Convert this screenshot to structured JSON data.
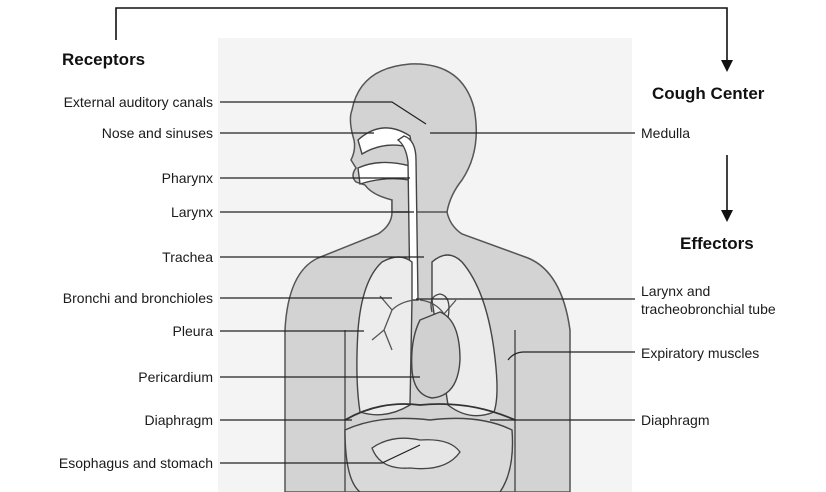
{
  "headings": {
    "receptors": "Receptors",
    "cough_center": "Cough Center",
    "effectors": "Effectors"
  },
  "receptor_labels": [
    "External auditory canals",
    "Nose and sinuses",
    "Pharynx",
    "Larynx",
    "Trachea",
    "Bronchi and bronchioles",
    "Pleura",
    "Pericardium",
    "Diaphragm",
    "Esophagus and stomach"
  ],
  "right_labels": {
    "medulla": "Medulla",
    "larynx_tube_line1": "Larynx and",
    "larynx_tube_line2": "tracheobronchial tube",
    "expiratory_muscles": "Expiratory muscles",
    "diaphragm": "Diaphragm"
  },
  "colors": {
    "body_fill": "#d3d3d3",
    "background_panel": "#f2f2f2",
    "lung_fill": "#ececec",
    "organ_fill": "#d9d9d9",
    "line": "#222222"
  }
}
